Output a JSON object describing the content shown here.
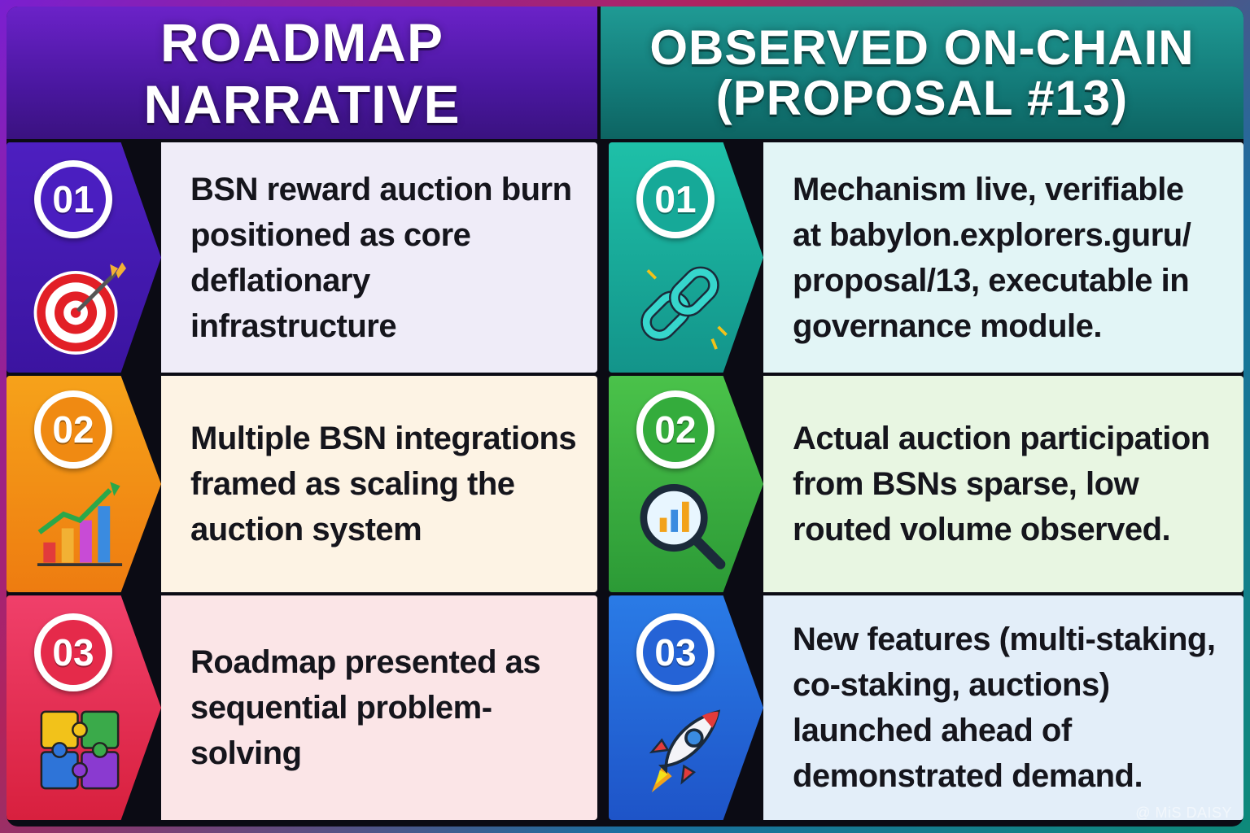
{
  "headers": {
    "left": "ROADMAP NARRATIVE",
    "right_line1": "OBSERVED ON-CHAIN",
    "right_line2": "(PROPOSAL #13)"
  },
  "left_rows": [
    {
      "number": "01",
      "icon": "target-icon",
      "lines": [
        "BSN reward auction burn",
        "positioned as core",
        "deflationary infrastructure"
      ]
    },
    {
      "number": "02",
      "icon": "growth-chart-icon",
      "lines": [
        "Multiple BSN integrations",
        "framed as scaling the",
        "auction system"
      ]
    },
    {
      "number": "03",
      "icon": "puzzle-icon",
      "lines": [
        "Roadmap presented as",
        "sequential problem-",
        "solving"
      ]
    }
  ],
  "right_rows": [
    {
      "number": "01",
      "icon": "chain-link-icon",
      "lines": [
        "Mechanism live, verifiable",
        "at babylon.explorers.guru/",
        "proposal/13, executable in",
        "governance module."
      ]
    },
    {
      "number": "02",
      "icon": "magnifier-chart-icon",
      "lines": [
        "Actual auction participation",
        "from BSNs sparse, low",
        "routed volume observed."
      ]
    },
    {
      "number": "03",
      "icon": "rocket-icon",
      "lines": [
        "New features (multi-staking,",
        "co-staking, auctions)",
        "launched ahead of",
        "demonstrated demand."
      ]
    }
  ],
  "watermark": "@ MiS DAISY",
  "colors": {
    "left_header": "#4a17a0",
    "right_header": "#137a78",
    "row1_left": "#4a1ec0",
    "row2_left": "#f08a12",
    "row3_left": "#e52a4a",
    "row1_right": "#16a998",
    "row2_right": "#34ac3c",
    "row3_right": "#2563d6"
  }
}
